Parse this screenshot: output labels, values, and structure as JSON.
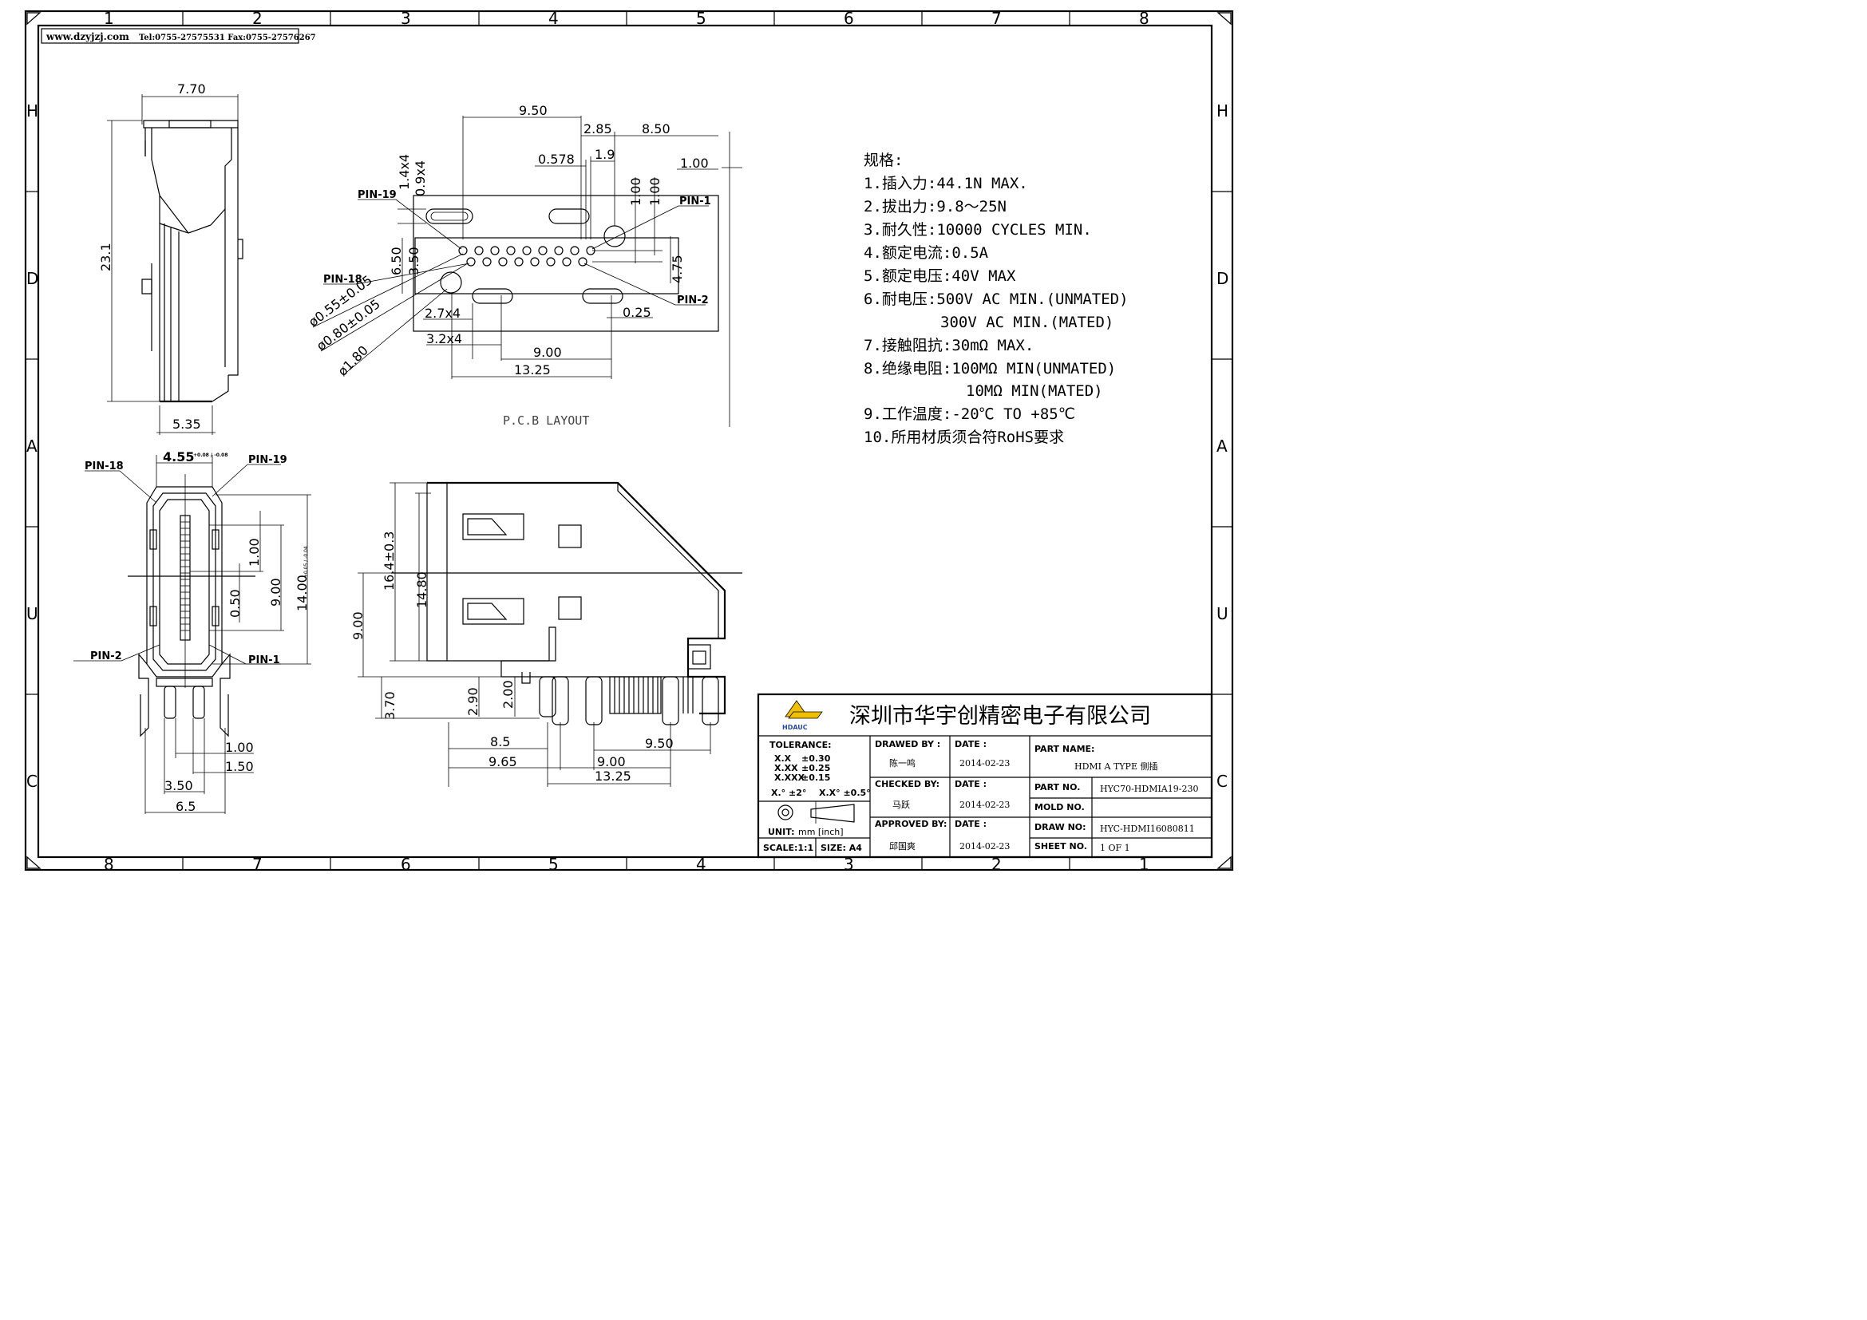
{
  "header": {
    "website": "www.dzyjzj.com",
    "contact": "Tel:0755-27575531  Fax:0755-27576267"
  },
  "grid": {
    "cols_top": [
      "1",
      "2",
      "3",
      "4",
      "5",
      "6",
      "7",
      "8"
    ],
    "cols_bottom": [
      "8",
      "7",
      "6",
      "5",
      "4",
      "3",
      "2",
      "1"
    ],
    "rows_left": [
      "H",
      "D",
      "A",
      "U",
      "C"
    ],
    "rows_right": [
      "H",
      "D",
      "A",
      "U",
      "C"
    ]
  },
  "side_view": {
    "width": "7.70",
    "height": "23.1",
    "base": "5.35"
  },
  "pcb_layout": {
    "title": "P.C.B  LAYOUT",
    "dims": {
      "d950": "9.50",
      "d285": "2.85",
      "d850": "8.50",
      "d0578": "0.578",
      "d19": "1.9",
      "d100": "1.00",
      "d1x4": "1.4x4",
      "d09x4": "0.9x4",
      "d100a": "1.00",
      "d100b": "1.00",
      "d650": "6.50",
      "d350": "3.50",
      "d475": "4.75",
      "d27x4": "2.7x4",
      "d025": "0.25",
      "d32x4": "3.2x4",
      "d900": "9.00",
      "d1325": "13.25",
      "hole055": "ø0.55±0.05",
      "hole080": "ø0.80±0.05",
      "hole180": "ø1.80"
    },
    "pins": {
      "pin19": "PIN-19",
      "pin1": "PIN-1",
      "pin18": "PIN-18",
      "pin2": "PIN-2"
    }
  },
  "front_view": {
    "top_dim": "4.55",
    "top_tol": "+0.08 / -0.08",
    "pin18": "PIN-18",
    "pin19": "PIN-19",
    "pin2": "PIN-2",
    "pin1": "PIN-1",
    "d100": "1.00",
    "d050": "0.50",
    "d900": "9.00",
    "d1400": "14.00",
    "d1400_tol": "+0.05 / -0.04",
    "bottom_100": "1.00",
    "bottom_150": "1.50",
    "bottom_350": "3.50",
    "bottom_65": "6.5"
  },
  "right_view": {
    "d164": "16.4±0.3",
    "d1480": "14.80",
    "d900": "9.00",
    "d370": "3.70",
    "d290": "2.90",
    "d200": "2.00",
    "d85": "8.5",
    "d950": "9.50",
    "d965": "9.65",
    "d900b": "9.00",
    "d1325": "13.25"
  },
  "specs": {
    "title": "规格:",
    "lines": [
      "1.插入力:44.1N MAX.",
      "2.拔出力:9.8～25N",
      "3.耐久性:10000 CYCLES MIN.",
      "4.额定电流:0.5A",
      "5.额定电压:40V MAX",
      "6.耐电压:500V AC MIN.(UNMATED)",
      "300V AC MIN.(MATED)",
      "7.接触阻抗:30mΩ MAX.",
      "8.绝缘电阻:100MΩ MIN(UNMATED)",
      "10MΩ MIN(MATED)",
      "9.工作温度:-20℃ TO +85℃",
      "10.所用材质须合符RoHS要求"
    ]
  },
  "title_block": {
    "company": "深圳市华宇创精密电子有限公司",
    "logo_text": "HDAUC",
    "tolerance_label": "TOLERANCE:",
    "tol_rows": [
      {
        "k": "X.X",
        "v": "±0.30"
      },
      {
        "k": "X.XX",
        "v": "±0.25"
      },
      {
        "k": "X.XXX",
        "v": "±0.15"
      }
    ],
    "angle_tol_1": "X.° ±2°",
    "angle_tol_2": "X.X° ±0.5°",
    "unit_label": "UNIT:",
    "unit_value": "mm [inch]",
    "scale": "SCALE:1:1",
    "size": "SIZE: A4",
    "drawed_by_label": "DRAWED BY :",
    "drawed_by": "陈一鸣",
    "checked_by_label": "CHECKED BY:",
    "checked_by": "马跃",
    "approved_by_label": "APPROVED BY:",
    "approved_by": "邱国爽",
    "date_label": "DATE :",
    "date1": "2014-02-23",
    "date2": "2014-02-23",
    "date3": "2014-02-23",
    "part_name_label": "PART NAME:",
    "part_name": "HDMI A TYPE 侧插",
    "part_no_label": "PART NO.",
    "part_no": "HYC70-HDMIA19-230",
    "mold_no_label": "MOLD NO.",
    "mold_no": "",
    "draw_no_label": "DRAW NO:",
    "draw_no": "HYC-HDMI16080811",
    "sheet_no_label": "SHEET NO.",
    "sheet_no": "1 OF 1"
  }
}
